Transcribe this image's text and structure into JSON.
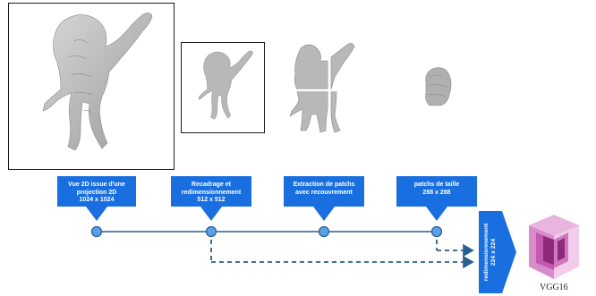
{
  "steps": [
    {
      "label": "Vue 2D issue d'une\nprojection 2D\n1024 x 1024"
    },
    {
      "label": "Recadrage et\nredimensionnement\n512 x 512"
    },
    {
      "label": "Extraction de patchs\navec recouvrement"
    },
    {
      "label": "patchs de taille\n288 x 288"
    }
  ],
  "resize": {
    "label": "redimensionnement\n224 x 224"
  },
  "model": {
    "label": "VGG16"
  },
  "colors": {
    "arrow_blue": "#1a6fe0",
    "timeline_blue": "#2b5d8f",
    "node_fill": "#5aa0e6",
    "vgg_dark": "#8e2a7a",
    "vgg_mid": "#c25ab0",
    "vgg_light": "#e7b5de"
  }
}
